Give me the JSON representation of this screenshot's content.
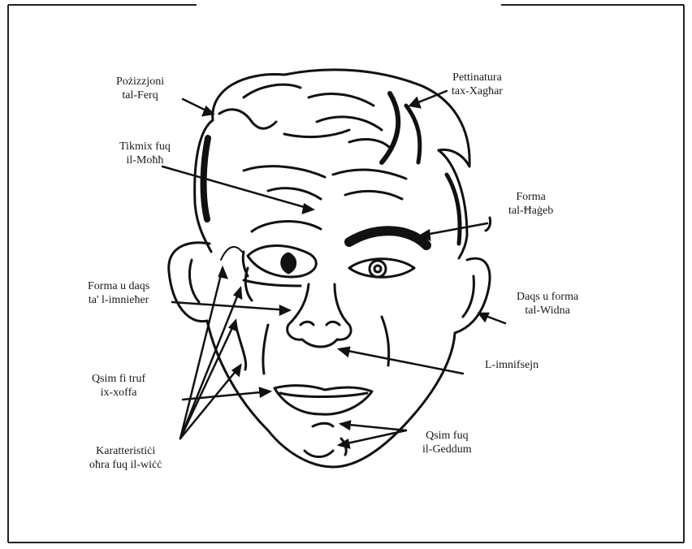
{
  "labels": {
    "hair_parting": {
      "line1": "Pożizzjoni",
      "line2": "tal-Ferq"
    },
    "hairstyle": {
      "line1": "Pettinatura",
      "line2": "tax-Xagħar"
    },
    "forehead_wrinkles": {
      "line1": "Tikmix fuq",
      "line2": "il-Moħħ"
    },
    "eyebrow_shape": {
      "line1": "Forma",
      "line2": "tal-Ħaġeb"
    },
    "nostril_shape": {
      "line1": "Forma u daqs",
      "line2": "ta' l-imnieħer"
    },
    "ear_shape": {
      "line1": "Daqs u forma",
      "line2": "tal-Widna"
    },
    "nose": {
      "line1": "L-imnifsejn"
    },
    "lip_split": {
      "line1": "Qsim fi truf",
      "line2": "ix-xoffa"
    },
    "chin_split": {
      "line1": "Qsim fuq",
      "line2": "il-Geddum"
    },
    "other_features": {
      "line1": "Karatteristiċi",
      "line2": "oħra fuq il-wiċċ"
    }
  }
}
